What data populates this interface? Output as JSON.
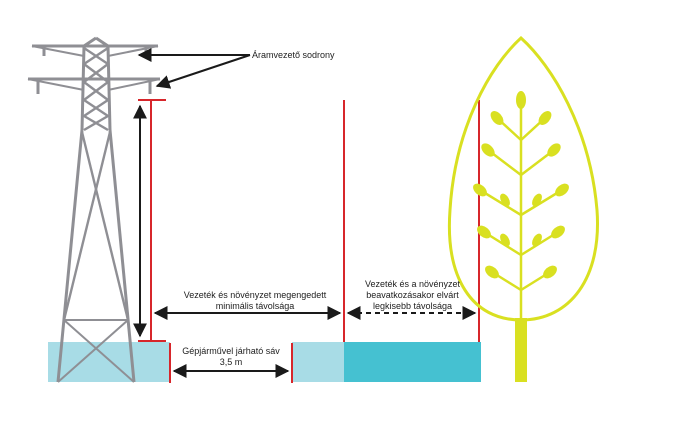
{
  "labels": {
    "conductor": "Áramvezető sodrony",
    "min_distance_line1": "Vezeték és növényzet megengedett",
    "min_distance_line2": "minimális távolsága",
    "intervention_line1": "Vezeték és a növényzet",
    "intervention_line2": "beavatkozásakor elvárt",
    "intervention_line3": "legkisebb távolsága",
    "lane_line1": "Gépjárművel járható sáv",
    "lane_line2": "3,5 m"
  },
  "colors": {
    "tower": "#8f8f94",
    "tree": "#d9e021",
    "trunk": "#d9e021",
    "red_line": "#d7262b",
    "arrow": "#1a1a1a",
    "ground_light": "#a8dce6",
    "ground_dark": "#45c1d1"
  }
}
